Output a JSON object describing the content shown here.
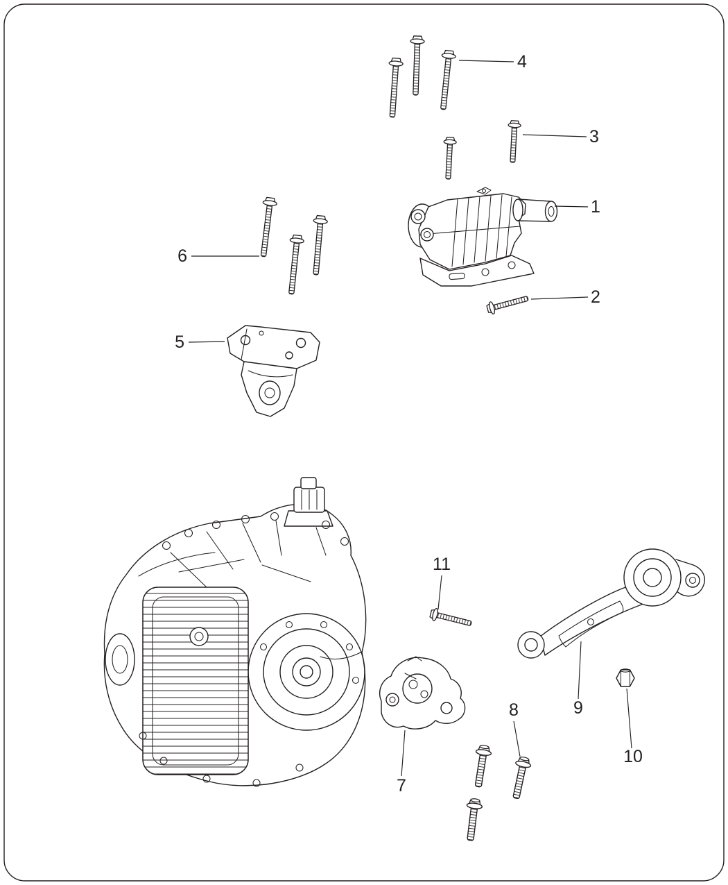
{
  "colors": {
    "ink": "#231f20",
    "background": "#ffffff"
  },
  "diagram": {
    "type": "exploded-parts-diagram",
    "subject": "transmission-mounting",
    "callouts": [
      {
        "label": "1"
      },
      {
        "label": "2"
      },
      {
        "label": "3"
      },
      {
        "label": "4"
      },
      {
        "label": "5"
      },
      {
        "label": "6"
      },
      {
        "label": "7"
      },
      {
        "label": "8"
      },
      {
        "label": "9"
      },
      {
        "label": "10"
      },
      {
        "label": "11"
      }
    ]
  }
}
